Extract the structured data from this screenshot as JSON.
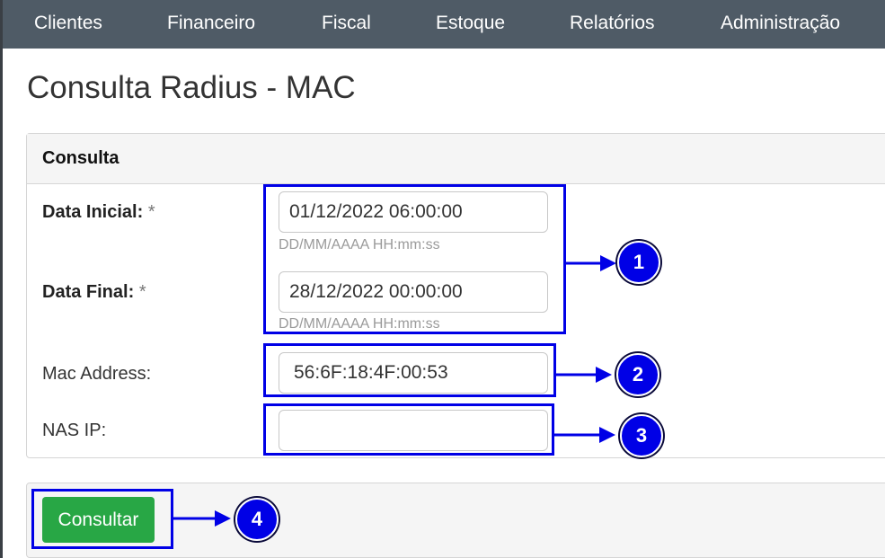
{
  "nav": {
    "items": [
      "Clientes",
      "Financeiro",
      "Fiscal",
      "Estoque",
      "Relatórios",
      "Administração"
    ]
  },
  "page": {
    "title": "Consulta Radius - MAC"
  },
  "form": {
    "heading": "Consulta",
    "data_inicial": {
      "label": "Data Inicial:",
      "required_mark": "*",
      "value": "01/12/2022 06:00:00",
      "hint": "DD/MM/AAAA HH:mm:ss"
    },
    "data_final": {
      "label": "Data Final:",
      "required_mark": "*",
      "value": "28/12/2022 00:00:00",
      "hint": "DD/MM/AAAA HH:mm:ss"
    },
    "mac_address": {
      "label": "Mac Address:",
      "value": "56:6F:18:4F:00:53"
    },
    "nas_ip": {
      "label": "NAS IP:",
      "value": ""
    }
  },
  "actions": {
    "consultar_label": "Consultar"
  },
  "annotations": {
    "badges": [
      "1",
      "2",
      "3",
      "4"
    ]
  },
  "colors": {
    "navbar": "#4f5b66",
    "annotation": "#0000e6",
    "button": "#28a745"
  },
  "icons": [
    "arrow-right-icon"
  ]
}
